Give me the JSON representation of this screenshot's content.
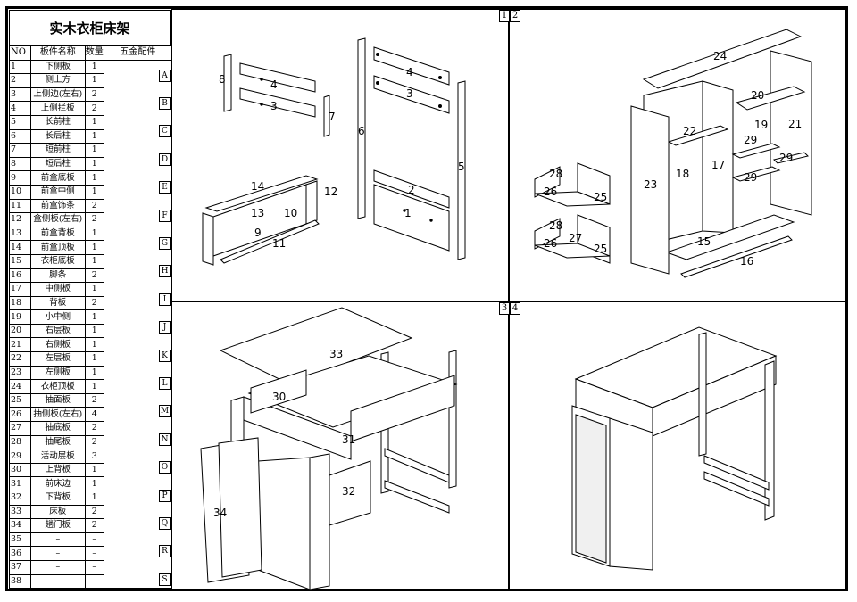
{
  "title": "实木衣柜床架",
  "table": {
    "headers": [
      "NO",
      "板件名称",
      "数量",
      "五金配件"
    ],
    "rows": [
      {
        "no": "1",
        "name": "下侧板",
        "qty": "1"
      },
      {
        "no": "2",
        "name": "侧上方",
        "qty": "1"
      },
      {
        "no": "3",
        "name": "上侧边(左右)",
        "qty": "2"
      },
      {
        "no": "4",
        "name": "上侧拦板",
        "qty": "2"
      },
      {
        "no": "5",
        "name": "长前柱",
        "qty": "1"
      },
      {
        "no": "6",
        "name": "长后柱",
        "qty": "1"
      },
      {
        "no": "7",
        "name": "短前柱",
        "qty": "1"
      },
      {
        "no": "8",
        "name": "短后柱",
        "qty": "1"
      },
      {
        "no": "9",
        "name": "前盒底板",
        "qty": "1"
      },
      {
        "no": "10",
        "name": "前盒中侧",
        "qty": "1"
      },
      {
        "no": "11",
        "name": "前盒饰条",
        "qty": "2"
      },
      {
        "no": "12",
        "name": "盒侧板(左右)",
        "qty": "2"
      },
      {
        "no": "13",
        "name": "前盒背板",
        "qty": "1"
      },
      {
        "no": "14",
        "name": "前盒顶板",
        "qty": "1"
      },
      {
        "no": "15",
        "name": "衣柜底板",
        "qty": "1"
      },
      {
        "no": "16",
        "name": "脚条",
        "qty": "2"
      },
      {
        "no": "17",
        "name": "中侧板",
        "qty": "1"
      },
      {
        "no": "18",
        "name": "背板",
        "qty": "2"
      },
      {
        "no": "19",
        "name": "小中侧",
        "qty": "1"
      },
      {
        "no": "20",
        "name": "右层板",
        "qty": "1"
      },
      {
        "no": "21",
        "name": "右侧板",
        "qty": "1"
      },
      {
        "no": "22",
        "name": "左层板",
        "qty": "1"
      },
      {
        "no": "23",
        "name": "左侧板",
        "qty": "1"
      },
      {
        "no": "24",
        "name": "衣柜顶板",
        "qty": "1"
      },
      {
        "no": "25",
        "name": "抽面板",
        "qty": "2"
      },
      {
        "no": "26",
        "name": "抽侧板(左右)",
        "qty": "4"
      },
      {
        "no": "27",
        "name": "抽底板",
        "qty": "2"
      },
      {
        "no": "28",
        "name": "抽尾板",
        "qty": "2"
      },
      {
        "no": "29",
        "name": "活动层板",
        "qty": "3"
      },
      {
        "no": "30",
        "name": "上背板",
        "qty": "1"
      },
      {
        "no": "31",
        "name": "前床边",
        "qty": "1"
      },
      {
        "no": "32",
        "name": "下背板",
        "qty": "1"
      },
      {
        "no": "33",
        "name": "床板",
        "qty": "2"
      },
      {
        "no": "34",
        "name": "趟门板",
        "qty": "2"
      },
      {
        "no": "35",
        "name": "–",
        "qty": "–"
      },
      {
        "no": "36",
        "name": "–",
        "qty": "–"
      },
      {
        "no": "37",
        "name": "–",
        "qty": "–"
      },
      {
        "no": "38",
        "name": "–",
        "qty": "–"
      }
    ],
    "hardware_letters": [
      "A",
      "B",
      "C",
      "D",
      "E",
      "F",
      "G",
      "H",
      "I",
      "J",
      "K",
      "L",
      "M",
      "N",
      "O",
      "P",
      "Q",
      "R",
      "S"
    ]
  },
  "panels": {
    "p1": "1",
    "p2": "2",
    "p3": "3",
    "p4": "4"
  },
  "callouts": {
    "panel1": [
      "8",
      "4",
      "3",
      "7",
      "6",
      "4",
      "3",
      "5",
      "14",
      "12",
      "13",
      "10",
      "9",
      "11",
      "2",
      "1"
    ],
    "panel2": [
      "24",
      "20",
      "19",
      "21",
      "22",
      "29",
      "18",
      "17",
      "29",
      "23",
      "29",
      "28",
      "26",
      "25",
      "28",
      "27",
      "26",
      "25",
      "15",
      "16"
    ],
    "panel3": [
      "33",
      "30",
      "31",
      "32",
      "34"
    ]
  }
}
